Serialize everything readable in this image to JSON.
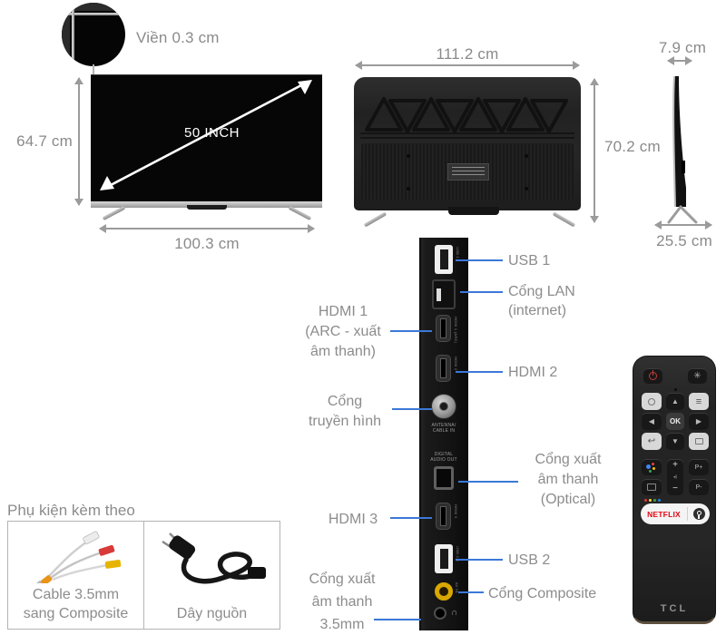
{
  "detail": {
    "bezel_label": "Viền 0.3 cm"
  },
  "front": {
    "diagonal_label": "50 INCH",
    "height_label": "64.7 cm",
    "width_label": "100.3 cm"
  },
  "back": {
    "width_label": "111.2 cm",
    "height_label": "70.2 cm"
  },
  "side": {
    "top_label": "7.9 cm",
    "bottom_label": "25.5 cm"
  },
  "ports": {
    "usb1": {
      "label": "USB 1"
    },
    "lan": {
      "line1": "Cổng LAN",
      "line2": "(internet)"
    },
    "hdmi1": {
      "line1": "HDMI 1",
      "line2": "(ARC - xuất",
      "line3": "âm thanh)"
    },
    "hdmi2": {
      "label": "HDMI 2"
    },
    "tv": {
      "line1": "Cổng",
      "line2": "truyền hình"
    },
    "optical": {
      "line1": "Cổng xuất",
      "line2": "âm thanh",
      "line3": "(Optical)"
    },
    "hdmi3": {
      "label": "HDMI 3"
    },
    "usb2": {
      "label": "USB 2"
    },
    "audio35": {
      "line1": "Cổng xuất",
      "line2": "âm thanh",
      "line3": "3.5mm"
    },
    "composite": {
      "label": "Cổng Composite"
    },
    "panel": {
      "antenna_line1": "ANTENNA/",
      "antenna_line2": "CABLE IN",
      "digital_line1": "DIGITAL",
      "digital_line2": "AUDIO OUT",
      "usb1_tag": "USB 1",
      "hdmi1_tag": "HDMI 1 (ARC)",
      "hdmi2_tag": "HDMI 2",
      "hdmi3_tag": "HDMI 3",
      "usb2_tag": "USB 2.0",
      "composite_tag": "AV IN"
    }
  },
  "remote": {
    "ok": "OK",
    "up": "▲",
    "down": "▼",
    "left": "◀",
    "right": "▶",
    "menu": "≡",
    "settings": "✳",
    "back": "↩",
    "plus": "+",
    "minus": "−",
    "speaker": "◂)",
    "ch_up": "P+",
    "ch_down": "P-",
    "netflix": "NETFLIX",
    "brand": "TCL"
  },
  "accessories": {
    "title": "Phụ kiện kèm theo",
    "item1_line1": "Cable 3.5mm",
    "item1_line2": "sang Composite",
    "item2": "Dây nguồn"
  },
  "colors": {
    "leader_blue": "#3b78d8",
    "label_grey": "#8c8c8c",
    "netflix_red": "#e50914"
  }
}
